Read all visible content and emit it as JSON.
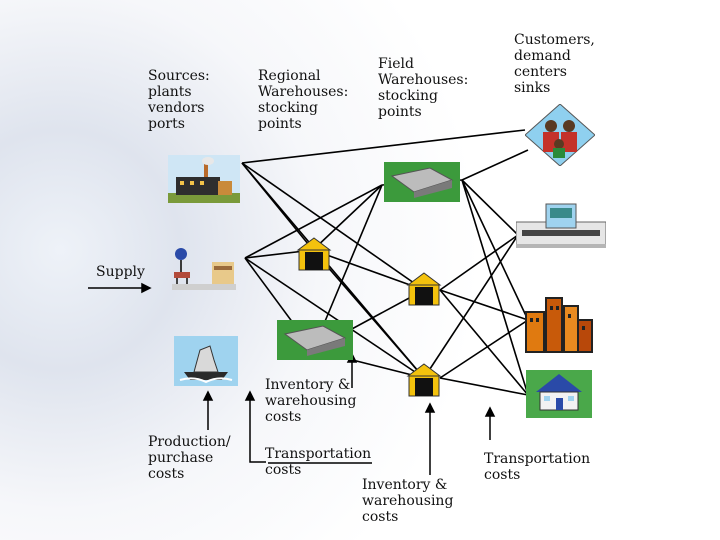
{
  "header_labels": {
    "sources": "Sources:\nplants\nvendors\nports",
    "regional": "Regional\nWarehouses:\nstocking\npoints",
    "field": "Field\nWarehouses:\nstocking\npoints",
    "customers": "Customers,\ndemand\ncenters\nsinks"
  },
  "supply_label": "Supply",
  "cost_labels": {
    "production": "Production/\npurchase\ncosts",
    "inventory_regional": "Inventory &\nwarehousing\ncosts",
    "transportation_mid": "Transportation\ncosts",
    "inventory_field": "Inventory &\nwarehousing\ncosts",
    "transportation_right": "Transportation\ncosts"
  },
  "icons": {
    "factory": "factory-icon",
    "water_tower": "water-tower-icon",
    "ship": "ship-icon",
    "regional_wh_1": "warehouse-icon",
    "regional_wh_2": "warehouse-icon",
    "field_wh_1": "warehouse-icon",
    "field_wh_2": "warehouse-icon",
    "field_wh_3": "warehouse-icon",
    "customers": "family-icon",
    "mall": "shopping-mall-icon",
    "city": "city-buildings-icon",
    "house": "house-icon"
  }
}
